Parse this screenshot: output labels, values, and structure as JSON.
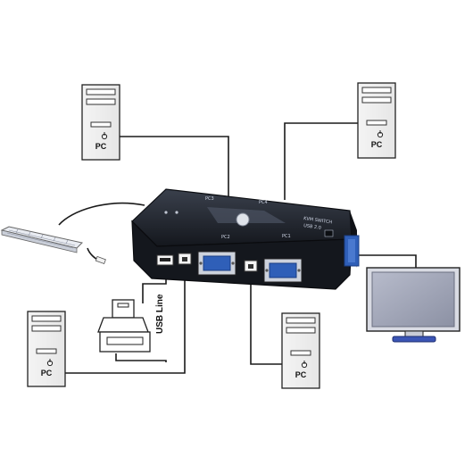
{
  "computers": [
    {
      "id": "top-left",
      "label": "PC"
    },
    {
      "id": "top-right",
      "label": "PC"
    },
    {
      "id": "bottom-left",
      "label": "PC"
    },
    {
      "id": "bottom-center",
      "label": "PC"
    }
  ],
  "usb_line_label": "USB Line",
  "switch": {
    "top_label": "KVM SWITCH",
    "top_sublabel": "USB 2.0",
    "port_labels": [
      "PC2",
      "PC1"
    ],
    "small_labels": [
      "PC3",
      "PC4"
    ]
  },
  "colors": {
    "wire": "#1a1a1a",
    "switch_body": "#1b1f27",
    "vga_port": "#2f5fb8",
    "monitor_frame": "#d9dbe3",
    "monitor_screen": "#9ea3b5",
    "monitor_stand": "#3b55b5"
  }
}
